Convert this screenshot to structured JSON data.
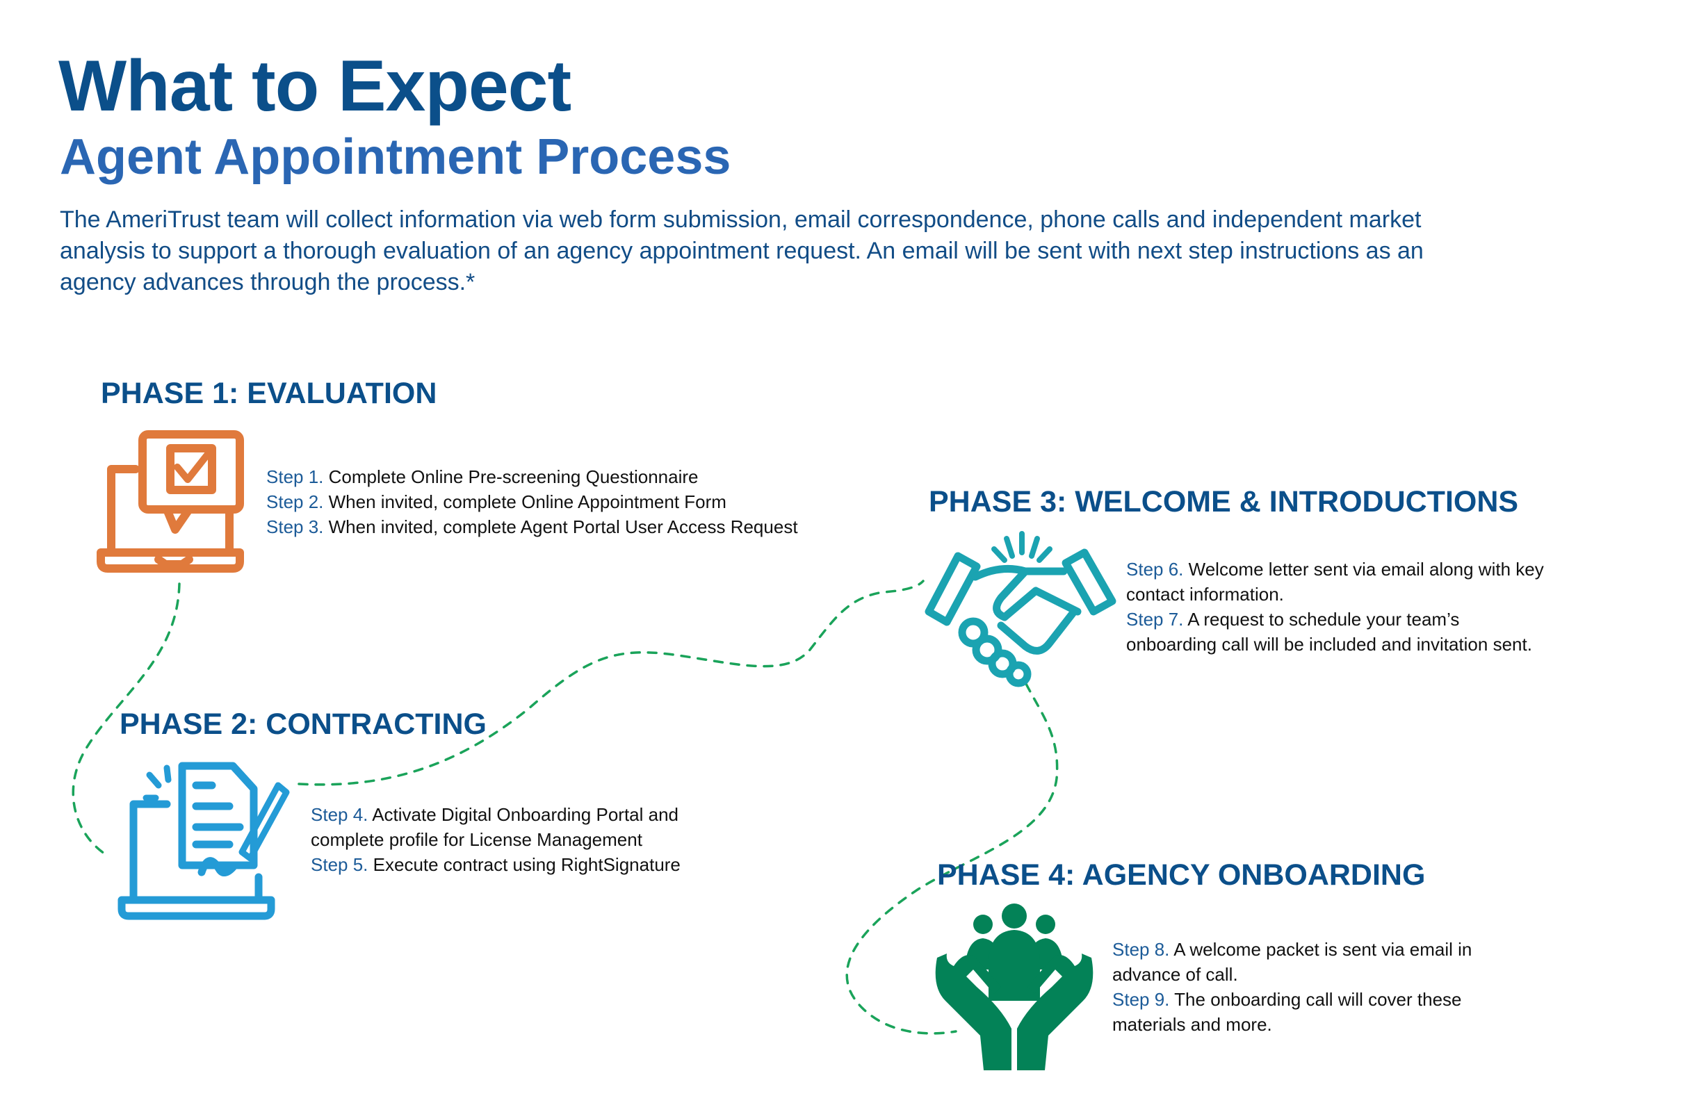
{
  "header": {
    "title": "What to Expect",
    "subtitle": "Agent Appointment Process",
    "intro_lines": [
      "The AmeriTrust team will collect information via web form submission, email correspondence, phone calls and independent market",
      "analysis to support a thorough evaluation of an agency appointment request. An email will be sent with next step instructions as an",
      "agency advances through the process.*"
    ]
  },
  "phases": [
    {
      "title": "PHASE 1: EVALUATION",
      "icon": "laptop-checkbox-icon",
      "color": "#e07a3c",
      "steps": [
        {
          "label": "Step 1.",
          "lines": [
            "Complete Online Pre-screening Questionnaire"
          ]
        },
        {
          "label": "Step 2.",
          "lines": [
            "When invited, complete Online Appointment Form"
          ]
        },
        {
          "label": "Step 3.",
          "lines": [
            "When invited, complete Agent Portal User Access Request"
          ]
        }
      ]
    },
    {
      "title": "PHASE 2: CONTRACTING",
      "icon": "laptop-contract-sign-icon",
      "color": "#249bd6",
      "steps": [
        {
          "label": "Step 4.",
          "lines": [
            "Activate Digital Onboarding Portal and",
            "complete profile for License Management"
          ]
        },
        {
          "label": "Step 5.",
          "lines": [
            "Execute contract using RightSignature"
          ]
        }
      ]
    },
    {
      "title": "PHASE 3: WELCOME & INTRODUCTIONS",
      "icon": "handshake-icon",
      "color": "#1ba3b1",
      "steps": [
        {
          "label": "Step 6.",
          "lines": [
            "Welcome letter sent via email along with key",
            "contact information."
          ]
        },
        {
          "label": "Step 7.",
          "lines": [
            "A request to schedule your team’s",
            "onboarding call will be included and invitation sent."
          ]
        }
      ]
    },
    {
      "title": "PHASE 4: AGENCY ONBOARDING",
      "icon": "hands-holding-people-icon",
      "color": "#038257",
      "steps": [
        {
          "label": "Step 8.",
          "lines": [
            "A welcome packet is sent via email in",
            "advance of call."
          ]
        },
        {
          "label": "Step 9.",
          "lines": [
            "The onboarding call will cover these",
            "materials and more."
          ]
        }
      ]
    }
  ],
  "connector_color": "#1aa35a"
}
